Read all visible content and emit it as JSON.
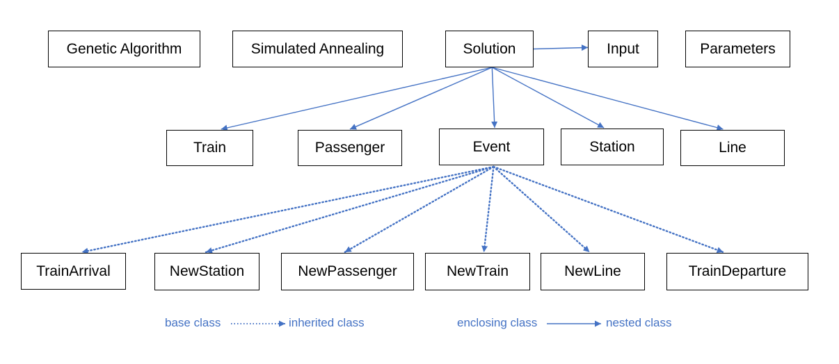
{
  "classes": {
    "genetic_algorithm": "Genetic Algorithm",
    "simulated_annealing": "Simulated Annealing",
    "solution": "Solution",
    "input": "Input",
    "parameters": "Parameters",
    "train": "Train",
    "passenger": "Passenger",
    "event": "Event",
    "station": "Station",
    "line": "Line",
    "train_arrival": "TrainArrival",
    "new_station": "NewStation",
    "new_passenger": "NewPassenger",
    "new_train": "NewTrain",
    "new_line": "NewLine",
    "train_departure": "TrainDeparture"
  },
  "edges": [
    {
      "from": "solution",
      "to": "input",
      "kind": "nested"
    },
    {
      "from": "solution",
      "to": "train",
      "kind": "nested"
    },
    {
      "from": "solution",
      "to": "passenger",
      "kind": "nested"
    },
    {
      "from": "solution",
      "to": "event",
      "kind": "nested"
    },
    {
      "from": "solution",
      "to": "station",
      "kind": "nested"
    },
    {
      "from": "solution",
      "to": "line",
      "kind": "nested"
    },
    {
      "from": "event",
      "to": "train_arrival",
      "kind": "inherited"
    },
    {
      "from": "event",
      "to": "new_station",
      "kind": "inherited"
    },
    {
      "from": "event",
      "to": "new_passenger",
      "kind": "inherited"
    },
    {
      "from": "event",
      "to": "new_train",
      "kind": "inherited"
    },
    {
      "from": "event",
      "to": "new_line",
      "kind": "inherited"
    },
    {
      "from": "event",
      "to": "train_departure",
      "kind": "inherited"
    }
  ],
  "legend": {
    "base_class": "base class",
    "inherited_class": "inherited class",
    "enclosing_class": "enclosing class",
    "nested_class": "nested class"
  },
  "colors": {
    "arrow": "#4472c4",
    "box_border": "#000000",
    "text": "#000000"
  }
}
